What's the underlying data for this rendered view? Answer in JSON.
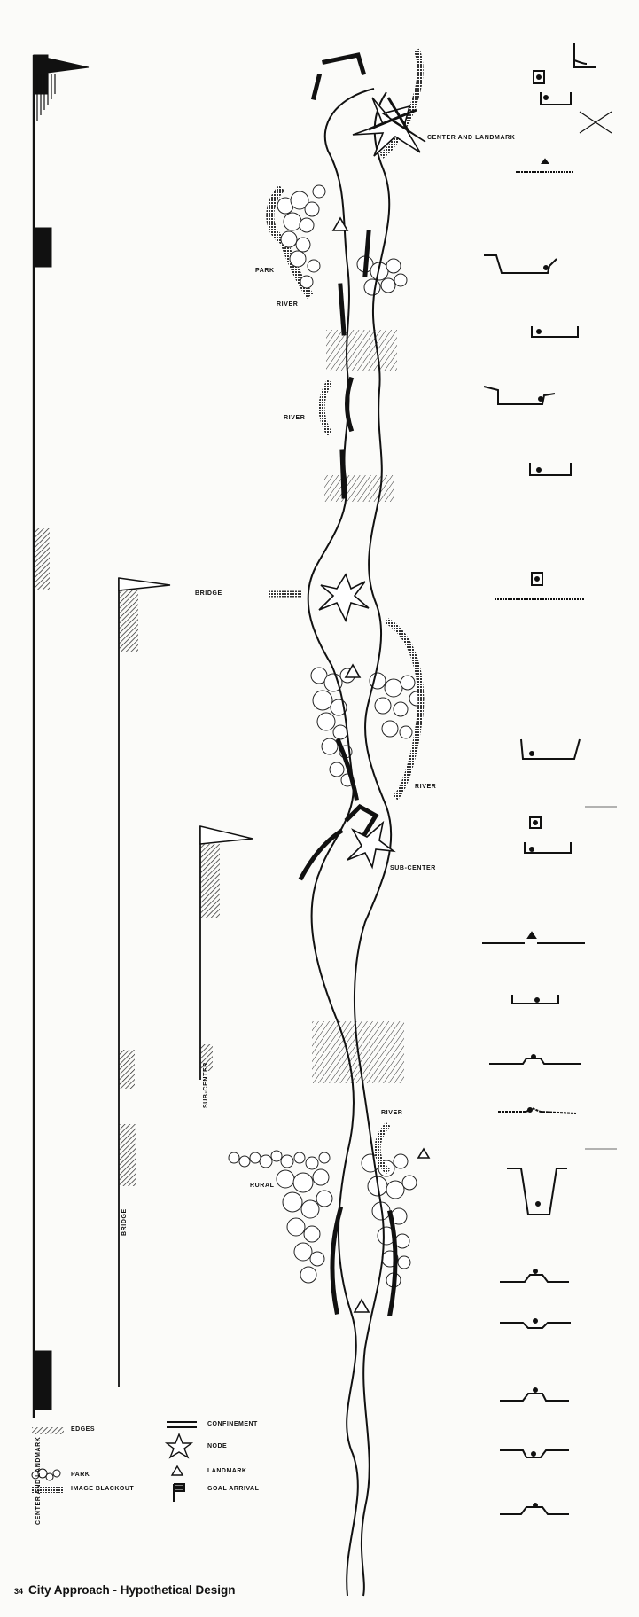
{
  "caption": {
    "page_number": "34",
    "title": "City Approach - Hypothetical Design"
  },
  "map_labels": {
    "center_and_landmark": "CENTER AND LANDMARK",
    "park": "PARK",
    "river_1": "RIVER",
    "river_2": "RIVER",
    "bridge": "BRIDGE",
    "river_3": "RIVER",
    "sub_center": "SUB-CENTER",
    "river_4": "RIVER",
    "rural": "RURAL"
  },
  "vertical_labels": {
    "center_and_landmark": "CENTER AND LANDMARK",
    "bridge": "BRIDGE",
    "sub_center": "SUB-CENTER"
  },
  "legend": {
    "edges": "EDGES",
    "confinement": "CONFINEMENT",
    "node": "NODE",
    "park": "PARK",
    "landmark": "LANDMARK",
    "image_blackout": "IMAGE BLACKOUT",
    "goal_arrival": "GOAL ARRIVAL"
  }
}
